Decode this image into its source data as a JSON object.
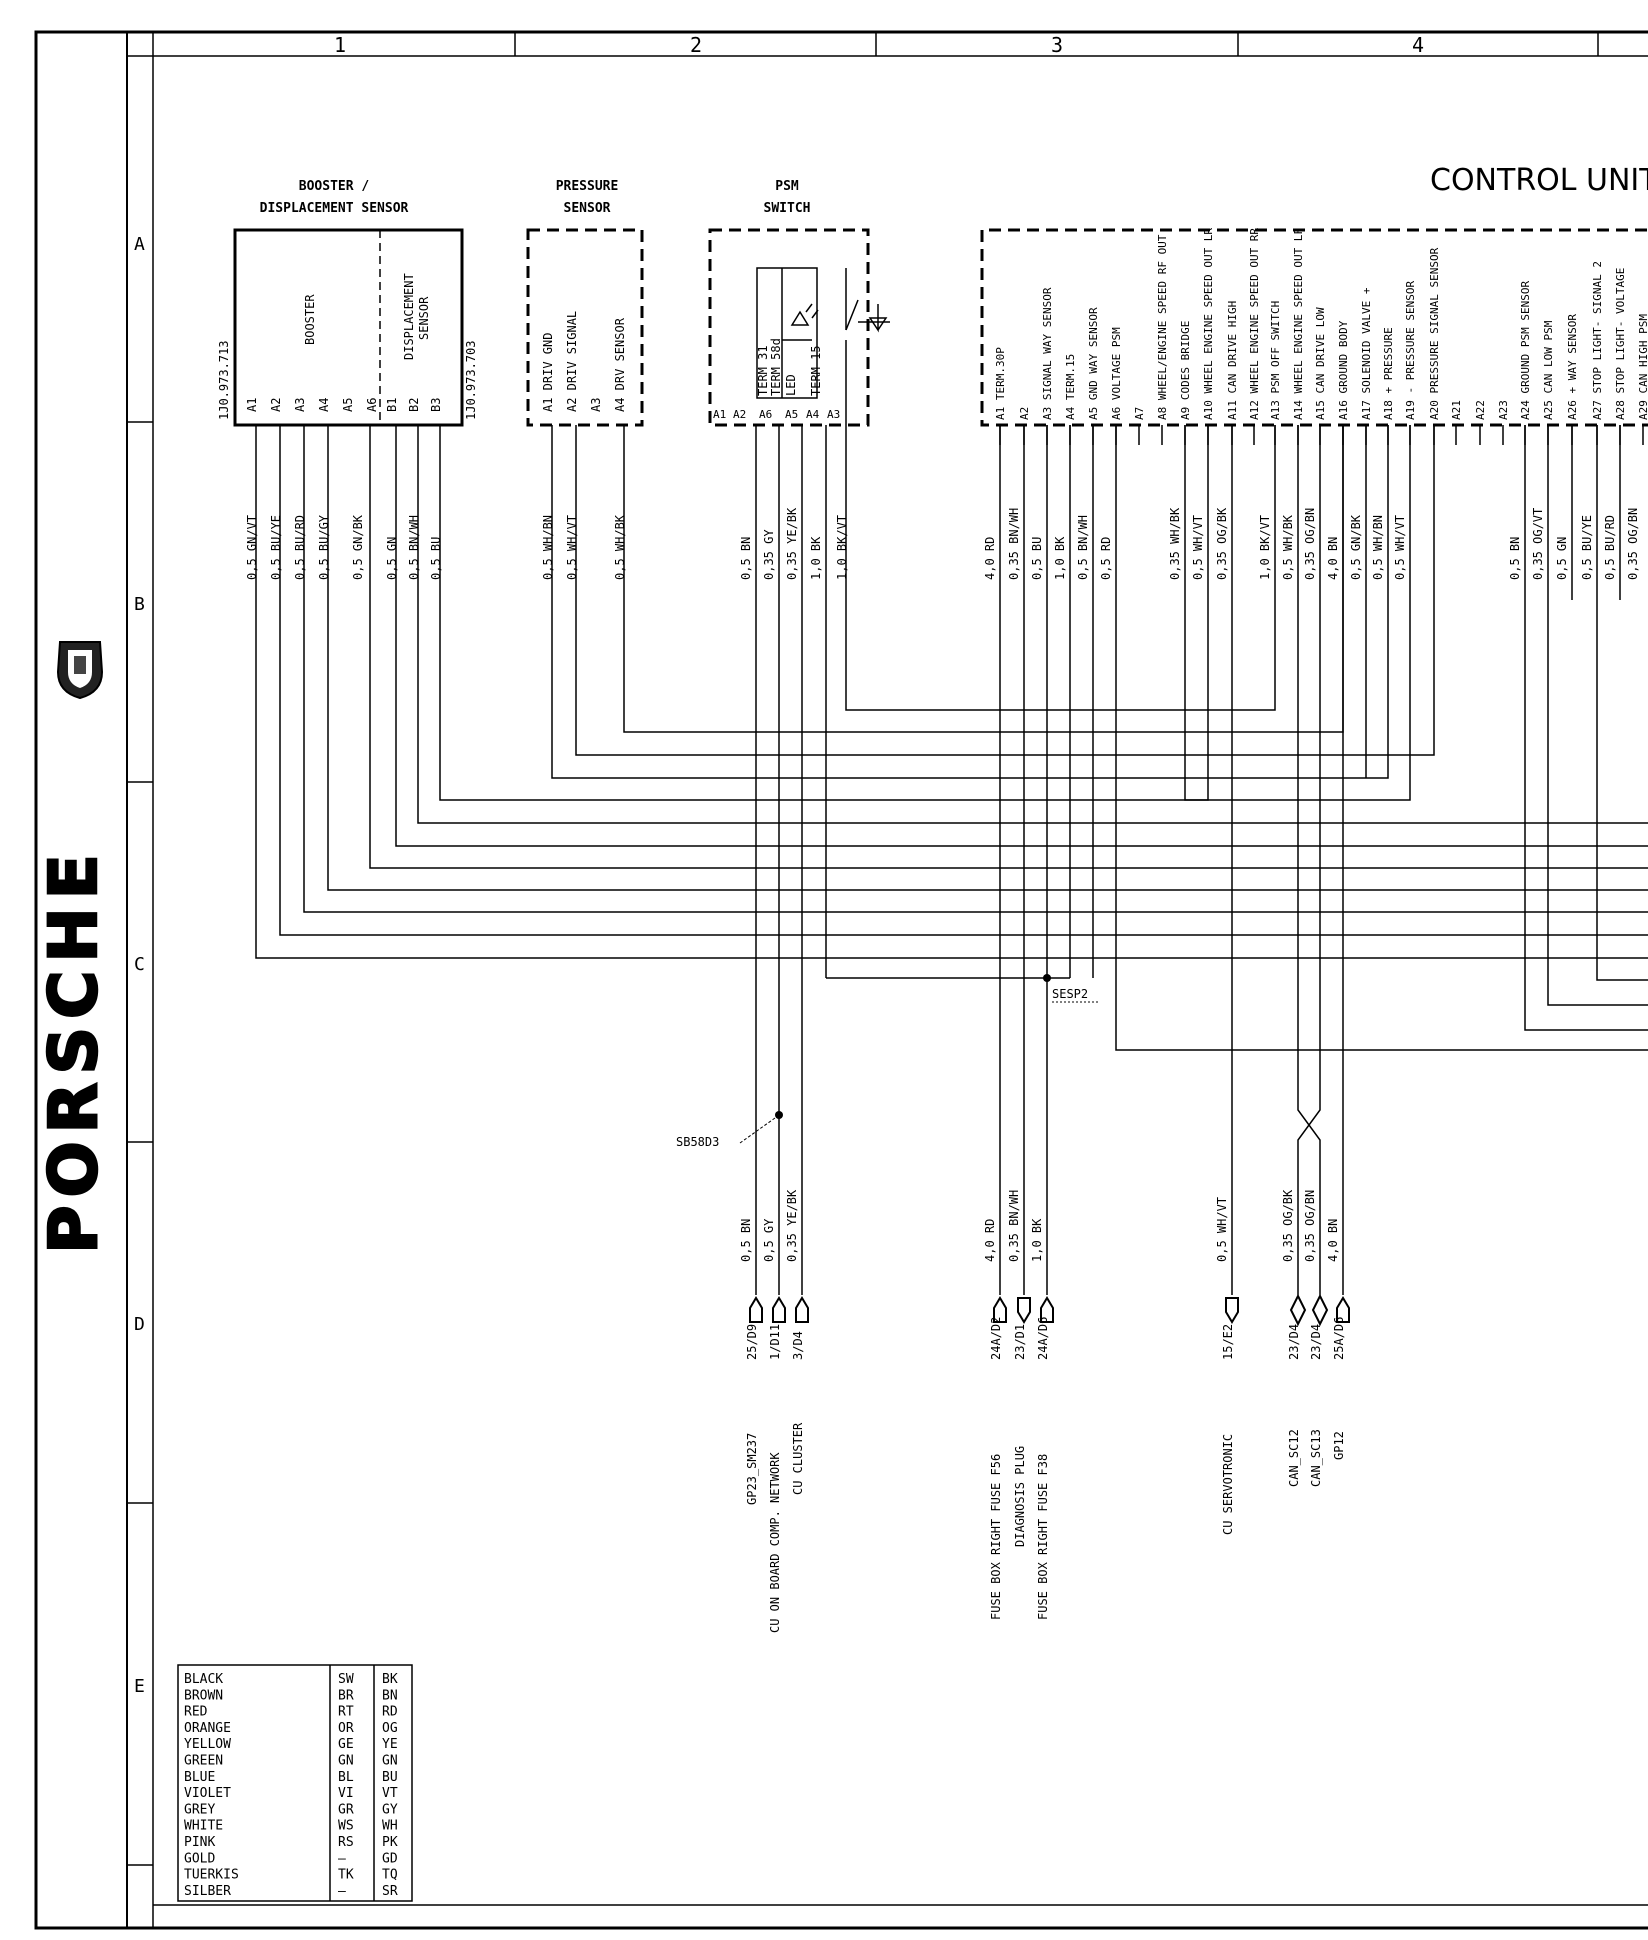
{
  "brand": "PORSCHE",
  "title": "CONTROL UNIT",
  "columns": [
    "1",
    "2",
    "3",
    "4"
  ],
  "rows": [
    "A",
    "B",
    "C",
    "D",
    "E"
  ],
  "components": {
    "booster": {
      "title1": "BOOSTER /",
      "title2": "DISPLACEMENT SENSOR",
      "part_left": "1J0.973.713",
      "part_right": "1J0.973.703",
      "inner_left": "BOOSTER",
      "inner_right1": "DISPLACEMENT",
      "inner_right2": "SENSOR",
      "pins": [
        "A1",
        "A2",
        "A3",
        "A4",
        "A5",
        "A6",
        "B1",
        "B2",
        "B3"
      ],
      "wires": [
        "0,5 GN/VT",
        "0,5 BU/YE",
        "0,5 BU/RD",
        "0,5 BU/GY",
        "0,5 GN/BK",
        "0,5 GN",
        "0,5 BN/WH",
        "0,5 BU"
      ]
    },
    "pressure": {
      "title1": "PRESSURE",
      "title2": "SENSOR",
      "pins": [
        "A1 DRIV GND",
        "A2 DRIV SIGNAL",
        "A3",
        "A4 DRV SENSOR"
      ],
      "wires": [
        "0,5 WH/BN",
        "0,5 WH/VT",
        "0,5 WH/BK"
      ]
    },
    "psm": {
      "title1": "PSM",
      "title2": "SWITCH",
      "terms": [
        "TERM 31",
        "TERM 58d",
        "LED",
        "TERM 15"
      ],
      "pins": [
        "A1",
        "A2",
        "A6",
        "A5",
        "A4",
        "A3"
      ],
      "wires": [
        "0,5 BN",
        "0,35 GY",
        "0,35 YE/BK",
        "1,0 BK",
        "1,0 BK/VT"
      ]
    },
    "control_unit": {
      "pins": [
        "A1 TERM.30P",
        "A2",
        "A3 SIGNAL WAY SENSOR",
        "A4 TERM.15",
        "A5 GND WAY SENSOR",
        "A6 VOLTAGE PSM",
        "A7",
        "A8 WHEEL/ENGINE SPEED RF OUT",
        "A9 CODES BRIDGE",
        "A10 WHEEL ENGINE SPEED OUT LR",
        "A11 CAN DRIVE HIGH",
        "A12 WHEEL ENGINE SPEED OUT RR",
        "A13 PSM OFF SWITCH",
        "A14 WHEEL ENGINE SPEED OUT LF",
        "A15 CAN DRIVE LOW",
        "A16 GROUND BODY",
        "A17 SOLENOID VALVE +",
        "A18 + PRESSURE",
        "A19 - PRESSURE SENSOR",
        "A20 PRESSURE SIGNAL SENSOR",
        "A21",
        "A22",
        "A23",
        "A24 GROUND PSM SENSOR",
        "A25 CAN LOW PSM",
        "A26 + WAY SENSOR",
        "A27 STOP LIGHT- SIGNAL 2",
        "A28 STOP LIGHT- VOLTAGE",
        "A29 CAN HIGH PSM"
      ],
      "wires_group1": [
        "4,0 RD",
        "0,35 BN/WH",
        "0,5 BU",
        "1,0 BK",
        "0,5 BN/WH",
        "0,5 RD"
      ],
      "wires_group2": [
        "0,35 WH/BK",
        "0,5 WH/VT",
        "0,35 OG/BK"
      ],
      "wires_group3": [
        "1,0 BK/VT",
        "0,5 WH/BK",
        "0,35 OG/BN",
        "4,0 BN",
        "0,5 GN/BK",
        "0,5 WH/BN",
        "0,5 WH/VT"
      ],
      "wires_group4": [
        "0,5 BN",
        "0,35 OG/VT",
        "0,5 GN",
        "0,5 BU/YE",
        "0,5 BU/RD",
        "0,35 OG/BN"
      ]
    }
  },
  "splices": [
    "SESP2",
    "SB58D3"
  ],
  "terminals": [
    {
      "wire": "0,5 BN",
      "ref": "25/D9",
      "label": "GP23_SM237"
    },
    {
      "wire": "0,5 GY",
      "ref": "1/D11",
      "label": "CU ON BOARD COMP. NETWORK"
    },
    {
      "wire": "0,35 YE/BK",
      "ref": "3/D4",
      "label": "CU CLUSTER"
    },
    {
      "wire": "4,0 RD",
      "ref": "24A/D2",
      "label": "FUSE BOX RIGHT FUSE F56"
    },
    {
      "wire": "0,35 BN/WH",
      "ref": "23/D1",
      "label": "DIAGNOSIS PLUG"
    },
    {
      "wire": "1,0 BK",
      "ref": "24A/D6",
      "label": "FUSE BOX RIGHT FUSE F38"
    },
    {
      "wire": "0,5 WH/VT",
      "ref": "15/E2",
      "label": "CU SERVOTRONIC"
    },
    {
      "wire": "0,35 OG/BK",
      "ref": "23/D4",
      "label": "CAN_SC12"
    },
    {
      "wire": "0,35 OG/BN",
      "ref": "23/D4",
      "label": "CAN_SC13"
    },
    {
      "wire": "4,0 BN",
      "ref": "25A/D6",
      "label": "GP12"
    }
  ],
  "legend": [
    [
      "BLACK",
      "SW",
      "BK"
    ],
    [
      "BROWN",
      "BR",
      "BN"
    ],
    [
      "RED",
      "RT",
      "RD"
    ],
    [
      "ORANGE",
      "OR",
      "OG"
    ],
    [
      "YELLOW",
      "GE",
      "YE"
    ],
    [
      "GREEN",
      "GN",
      "GN"
    ],
    [
      "BLUE",
      "BL",
      "BU"
    ],
    [
      "VIOLET",
      "VI",
      "VT"
    ],
    [
      "GREY",
      "GR",
      "GY"
    ],
    [
      "WHITE",
      "WS",
      "WH"
    ],
    [
      "PINK",
      "RS",
      "PK"
    ],
    [
      "GOLD",
      "—",
      "GD"
    ],
    [
      "TUERKIS",
      "TK",
      "TQ"
    ],
    [
      "SILBER",
      "—",
      "SR"
    ]
  ]
}
